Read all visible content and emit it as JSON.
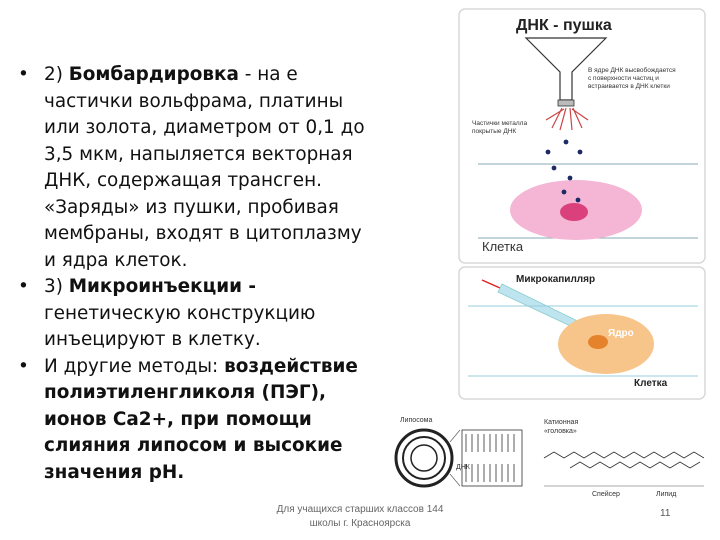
{
  "bullets": [
    {
      "lines": [
        [
          "2) ",
          "Бомбардировка",
          " - на е"
        ],
        [
          "частички вольфрама, платины"
        ],
        [
          "или золота, диаметром от 0,1 до"
        ],
        [
          "3,5 мкм, напыляется векторная"
        ],
        [
          "ДНК, содержащая трансген."
        ],
        [
          "«Заряды» из пушки, пробивая"
        ],
        [
          "мембраны, входят в цитоплазму"
        ],
        [
          "и ядра клеток."
        ]
      ]
    },
    {
      "lines": [
        [
          "3) ",
          "Микроинъекции -"
        ],
        [
          "генетическую конструкцию"
        ],
        [
          "инъецируют в клетку."
        ]
      ]
    },
    {
      "lines": [
        [
          "И другие методы: ",
          "воздействие"
        ],
        [
          "полиэтиленгликоля (ПЭГ),"
        ],
        [
          "ионов Са2+, при помощи"
        ],
        [
          "слияния липосом и высокие"
        ],
        [
          "значения рН."
        ]
      ]
    }
  ],
  "bullet_symbol": "•",
  "gun_panel": {
    "title": "ДНК - пушка",
    "note_lines": [
      "В ядре ДНК высвобождается",
      "с поверхности частиц и",
      "встраивается в ДНК клетки"
    ],
    "particles_label_lines": [
      "Частички металла",
      "покрытые ДНК"
    ],
    "cell_label": "Клетка"
  },
  "micro_panel": {
    "capillary_label": "Микрокапилляр",
    "nucleus_label": "Ядро",
    "cell_label": "Клетка"
  },
  "liposome_panel": {
    "liposome_label": "Липосома",
    "dna_label": "ДНК",
    "head_label_lines": [
      "Катионная",
      "«головка»"
    ],
    "spacer_label": "Спейсер",
    "lipid_label": "Липид"
  },
  "footer_lines": [
    "Для учащихся старших классов 144",
    "школы г. Красноярска"
  ],
  "page_number": "11"
}
